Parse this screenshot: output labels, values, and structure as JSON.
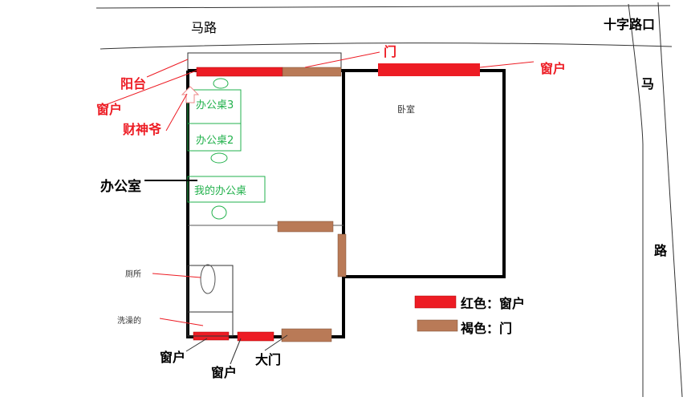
{
  "roads": {
    "top_road": "马路",
    "intersection": "十字路口",
    "right_road_char1": "马",
    "right_road_char2": "路"
  },
  "rooms": {
    "bedroom": "卧室",
    "office": "办公室",
    "toilet": "厕所",
    "shower": "洗澡的"
  },
  "desks": [
    "办公桌3",
    "办公桌2",
    "我的办公桌"
  ],
  "labels": {
    "balcony": "阳台",
    "window_left": "窗户",
    "wealth_god": "财神爷",
    "door_top": "门",
    "window_bedroom": "窗户",
    "window_bottom_1": "窗户",
    "window_bottom_2": "窗户",
    "main_door": "大门"
  },
  "legend": {
    "window": "红色：窗户",
    "door": "褐色：门"
  },
  "colors": {
    "window": "#ed1c24",
    "door": "#b97a57",
    "desk": "#22b14c",
    "label_red": "#ed1c24"
  }
}
